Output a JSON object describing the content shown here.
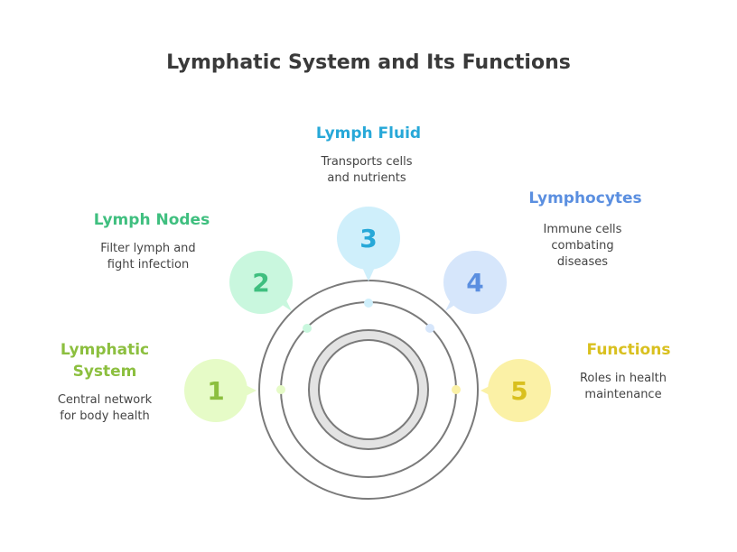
{
  "title": "Lymphatic System and Its Functions",
  "items": [
    {
      "number": "1",
      "heading_lines": [
        "Lymphatic",
        "System"
      ],
      "desc_lines": [
        "Central network",
        "for body health"
      ],
      "color": "#8cbf3f",
      "bubble": "#e6fbc7",
      "dot": "#e6fbc7"
    },
    {
      "number": "2",
      "heading_lines": [
        "Lymph Nodes"
      ],
      "desc_lines": [
        "Filter lymph and",
        "fight infection"
      ],
      "color": "#3fbf7f",
      "bubble": "#c9f7de",
      "dot": "#c9f7de"
    },
    {
      "number": "3",
      "heading_lines": [
        "Lymph Fluid"
      ],
      "desc_lines": [
        "Transports cells",
        "and nutrients"
      ],
      "color": "#27a8d8",
      "bubble": "#cfeffb",
      "dot": "#cfeffb"
    },
    {
      "number": "4",
      "heading_lines": [
        "Lymphocytes"
      ],
      "desc_lines": [
        "Immune cells",
        "combating",
        "diseases"
      ],
      "color": "#5b8fe0",
      "bubble": "#d6e6fb",
      "dot": "#d6e6fb"
    },
    {
      "number": "5",
      "heading_lines": [
        "Functions"
      ],
      "desc_lines": [
        "Roles in health",
        "maintenance"
      ],
      "color": "#d9c01f",
      "bubble": "#fbf1a6",
      "dot": "#fbf1a6"
    }
  ]
}
